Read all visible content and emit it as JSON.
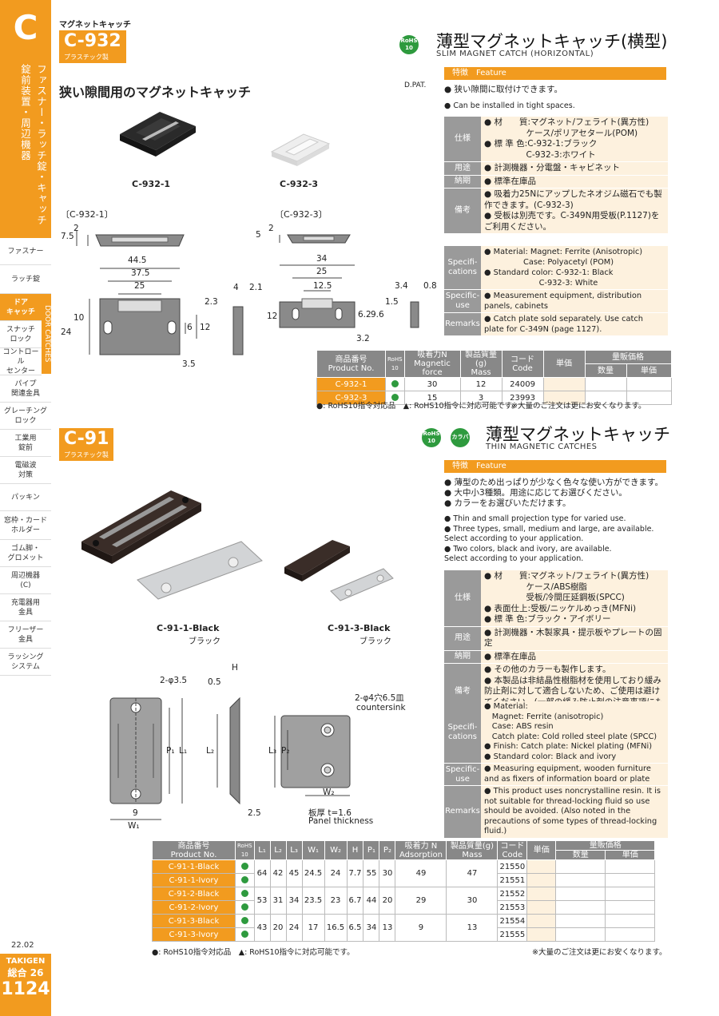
{
  "sidebar": {
    "letter": "C",
    "category_col1": "ファスナー・ラッチ錠・キャッチ",
    "category_col2": "錠前装置・周辺機器",
    "nav": [
      "ファスナー",
      "ラッチ錠",
      "ドア\nキャッチ",
      "スナッチ\nロック",
      "コントロール\nセンター",
      "パイプ\n関連金具",
      "グレーチング\nロック",
      "工業用\n錠前",
      "電磁波\n対策",
      "パッキン",
      "窓枠・カード\nホルダー",
      "ゴム脚・\nグロメット",
      "周辺機器\n(C)",
      "充電器用\n金具",
      "フリーザー\n金具",
      "ラッシング\nシステム"
    ],
    "door_catches": "DOOR CATCHES",
    "date": "22.02",
    "brand": "TAKIGEN",
    "edition": "総合 26",
    "page_number": "1124"
  },
  "header": {
    "label": "マグネットキャッチ"
  },
  "c932": {
    "code": "C-932",
    "material": "プラスチック製",
    "rohs": "RoHS\n10",
    "title_jp": "薄型マグネットキャッチ(横型)",
    "title_en": "SLIM MAGNET CATCH (HORIZONTAL)",
    "subtitle": "狭い隙間用のマグネットキャッチ",
    "dpat": "D.PAT.",
    "feature_jp": "特徴",
    "feature_en": "Feature",
    "bullets_jp": [
      "狭い隙間に取付けできます。"
    ],
    "bullets_en": [
      "Can be installed in tight spaces."
    ],
    "photo_labels": [
      "C-932-1",
      "C-932-3"
    ],
    "drawing_labels": [
      "〔C-932-1〕",
      "〔C-932-3〕"
    ],
    "dims1": [
      "7.5",
      "2",
      "44.5",
      "37.5",
      "25",
      "4",
      "2.1",
      "2.3",
      "10",
      "6",
      "12",
      "24",
      "3.5"
    ],
    "dims3": [
      "5",
      "2",
      "34",
      "25",
      "12.5",
      "3.4",
      "0.8",
      "1.5",
      "12",
      "6.2",
      "9.6",
      "3.2"
    ],
    "spec_jp": [
      {
        "label": "仕様",
        "value": "● 材　　質:マグネット/フェライト(異方性)\n　　　　　ケース/ポリアセタール(POM)\n● 標 準 色:C-932-1:ブラック\n　　　　　C-932-3:ホワイト"
      },
      {
        "label": "用途",
        "value": "● 計測機器・分電盤・キャビネット"
      },
      {
        "label": "納期",
        "value": "● 標準在庫品"
      },
      {
        "label": "備考",
        "value": "● 吸着力25Nにアップしたネオジム磁石でも製作できます。(C-932-3)\n● 受板は別売です。C-349N用受板(P.1127)をご利用ください。"
      }
    ],
    "spec_en": [
      {
        "label": "Specifi-\ncations",
        "value": "● Material: Magnet: Ferrite (Anisotropic)\n　　　　　Case: Polyacetyl (POM)\n● Standard color: C-932-1: Black\n　　　　　　　C-932-3: White"
      },
      {
        "label": "Specific-\nuse",
        "value": "● Measurement equipment, distribution panels, cabinets"
      },
      {
        "label": "Remarks",
        "value": "● Catch plate sold separately. Use catch plate for C-349N (page 1127)."
      }
    ],
    "table_headers": [
      "商品番号\nProduct No.",
      "RoHS\n10",
      "吸着力N\nMagnetic force",
      "製品質量(g)\nMass",
      "コード\nCode",
      "単価",
      "量販価格",
      "数量",
      "単価"
    ],
    "rows": [
      [
        "C-932-1",
        "30",
        "12",
        "24009"
      ],
      [
        "C-932-3",
        "15",
        "3",
        "23993"
      ]
    ],
    "legend": "●: RoHS10指令対応品　▲: RoHS10指令に対応可能です。",
    "bulk_note": "※大量のご注文は更にお安くなります。"
  },
  "c91": {
    "code": "C-91",
    "material": "プラスチック製",
    "color_badge": "カラバリ",
    "title_jp": "薄型マグネットキャッチ",
    "title_en": "THIN MAGNETIC CATCHES",
    "feature_jp": "特徴",
    "feature_en": "Feature",
    "bullets_jp": [
      "薄型のため出っぱりが少なく色々な使い方ができます。",
      "大中小3種類。用途に応じてお選びください。",
      "カラーをお選びいただけます。"
    ],
    "bullets_en": [
      "Thin and small projection type for varied use.",
      "Three types, small, medium and large, are available.\nSelect according to your application.",
      "Two colors, black and ivory, are available.\nSelect according to your application."
    ],
    "photo_labels": [
      "C-91-1-Black",
      "C-91-3-Black"
    ],
    "photo_sub": [
      "ブラック",
      "ブラック"
    ],
    "dims": [
      "2-φ3.5",
      "0.5",
      "H",
      "P₁",
      "L₁",
      "L₂",
      "9",
      "W₁",
      "2.5",
      "2-φ4穴6.5皿",
      "countersink",
      "L₃",
      "P₂",
      "W₂",
      "板厚 t=1.6",
      "Panel thickness"
    ],
    "spec_jp": [
      {
        "label": "仕様",
        "value": "● 材　　質:マグネット/フェライト(異方性)\n　　　　　ケース/ABS樹脂\n　　　　　受板/冷間圧延鋼板(SPCC)\n● 表面仕上:受板/ニッケルめっき(MFNi)\n● 標 準 色:ブラック・アイボリー"
      },
      {
        "label": "用途",
        "value": "● 計測機器・木製家具・提示板やプレートの固定"
      },
      {
        "label": "納期",
        "value": "● 標準在庫品"
      },
      {
        "label": "備考",
        "value": "● その他のカラーも製作します。\n● 本製品は非結晶性樹脂材を使用しており緩み防止剤に対して適合しないため、ご使用は避けてください。(一部の緩み防止剤の注意事項にも記載があります。)"
      }
    ],
    "spec_en": [
      {
        "label": "Specifi-\ncations",
        "value": "● Material:\n　Magnet: Ferrite (anisotropic)\n　Case: ABS resin\n　Catch plate: Cold rolled steel plate (SPCC)\n● Finish: Catch plate: Nickel plating (MFNi)\n● Standard color: Black and ivory"
      },
      {
        "label": "Specific-\nuse",
        "value": "● Measuring equipment, wooden furniture and as fixers of information board or plate"
      },
      {
        "label": "Remarks",
        "value": "● This product uses noncrystalline resin. It is not suitable for thread-locking fluid so use should be avoided. (Also noted in the precautions of some types of thread-locking fluid.)"
      }
    ],
    "table_headers": [
      "商品番号\nProduct No.",
      "RoHS\n10",
      "L₁",
      "L₂",
      "L₃",
      "W₁",
      "W₂",
      "H",
      "P₁",
      "P₂",
      "吸着力 N\nAdsorption",
      "製品質量(g)\nMass",
      "コード\nCode",
      "単価",
      "量販価格",
      "数量",
      "単価"
    ],
    "groups": [
      {
        "names": [
          "C-91-1-Black",
          "C-91-1-Ivory"
        ],
        "vals": [
          "64",
          "42",
          "45",
          "24.5",
          "24",
          "7.7",
          "55",
          "30",
          "49",
          "47"
        ],
        "codes": [
          "21550",
          "21551"
        ]
      },
      {
        "names": [
          "C-91-2-Black",
          "C-91-2-Ivory"
        ],
        "vals": [
          "53",
          "31",
          "34",
          "23.5",
          "23",
          "6.7",
          "44",
          "20",
          "29",
          "30"
        ],
        "codes": [
          "21552",
          "21553"
        ]
      },
      {
        "names": [
          "C-91-3-Black",
          "C-91-3-Ivory"
        ],
        "vals": [
          "43",
          "20",
          "24",
          "17",
          "16.5",
          "6.5",
          "34",
          "13",
          "9",
          "13"
        ],
        "codes": [
          "21554",
          "21555"
        ]
      }
    ],
    "legend": "●: RoHS10指令対応品　▲: RoHS10指令に対応可能です。",
    "bulk_note": "※大量のご注文は更にお安くなります。"
  }
}
